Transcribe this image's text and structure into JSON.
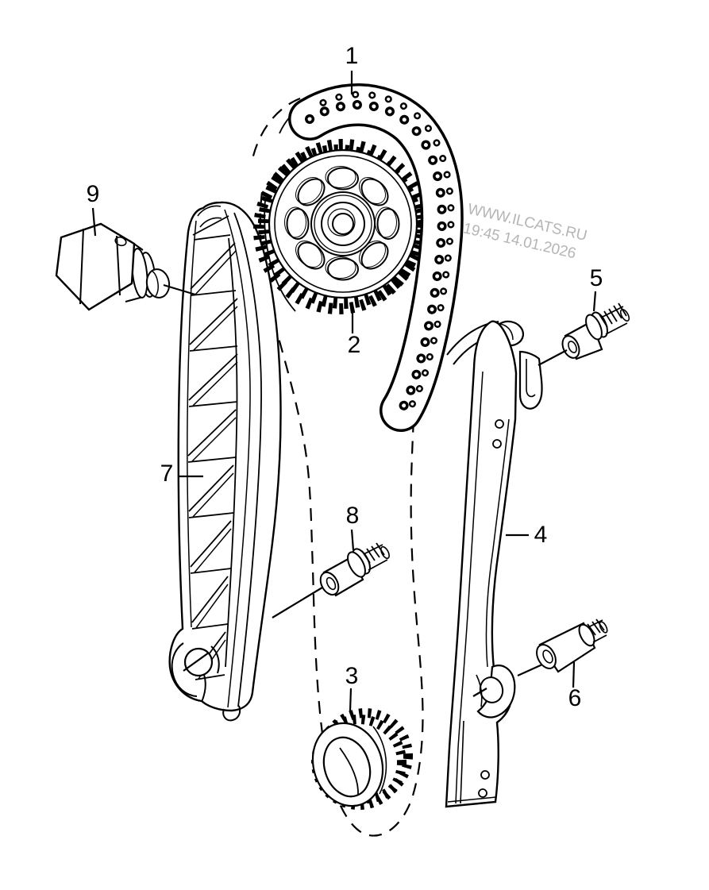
{
  "watermark": {
    "line1": "WWW.ILCATS.RU",
    "line2": "19:45 14.01.2026"
  },
  "part_labels": [
    {
      "number": "1"
    },
    {
      "number": "2"
    },
    {
      "number": "3"
    },
    {
      "number": "4"
    },
    {
      "number": "5"
    },
    {
      "number": "6"
    },
    {
      "number": "7"
    },
    {
      "number": "8"
    },
    {
      "number": "9"
    }
  ],
  "colors": {
    "background": "#ffffff",
    "line": "#000000",
    "watermark": "#b5b5b5"
  }
}
